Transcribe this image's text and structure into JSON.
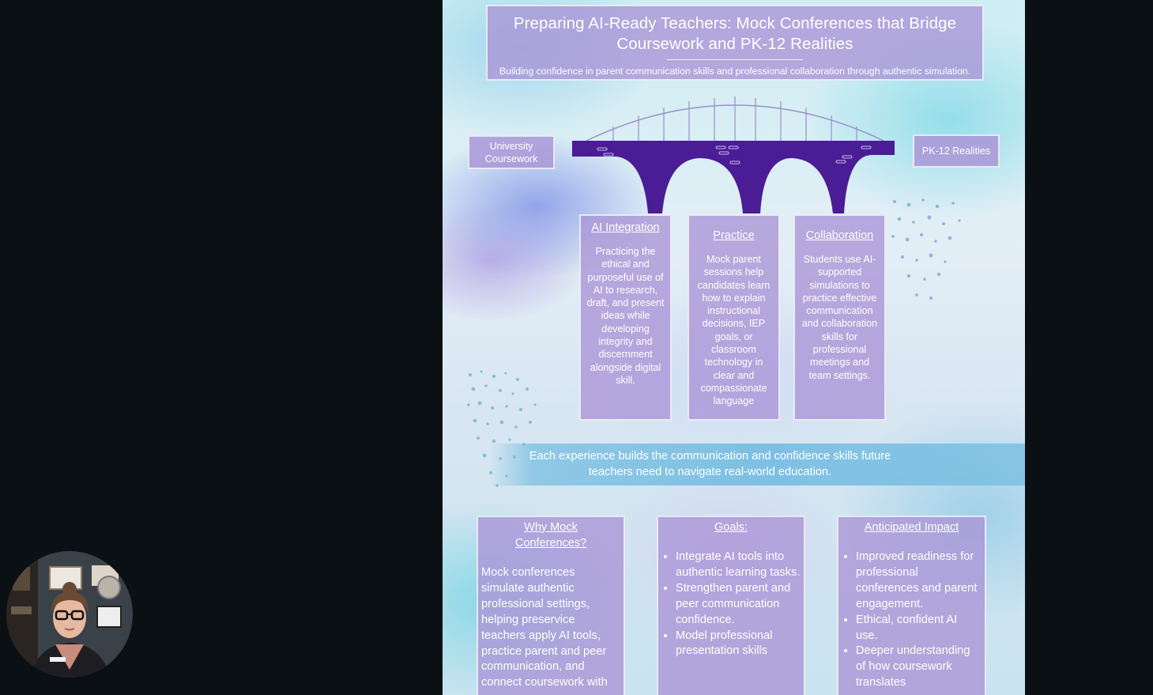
{
  "poster": {
    "title": "Preparing AI-Ready Teachers: Mock Conferences that Bridge Coursework and PK-12 Realities",
    "subtitle": "Building confidence in parent communication skills and professional collaboration through authentic simulation.",
    "bridge_left_label": "University Coursework",
    "bridge_right_label": "PK-12 Realities",
    "columns": [
      {
        "title": "AI Integration",
        "text": "Practicing the ethical and purposeful use of AI to research, draft, and present ideas while developing integrity and discernment alongside digital skill."
      },
      {
        "title": "Practice",
        "text": "Mock parent sessions help candidates learn how to explain instructional decisions, IEP goals, or classroom technology in clear and compassionate language"
      },
      {
        "title": "Collaboration",
        "text": "Students use AI-supported simulations to practice effective communication and collaboration skills for professional meetings and team settings."
      }
    ],
    "banner_text": "Each experience builds the communication and confidence skills future teachers need to navigate real-world education.",
    "why": {
      "title": "Why Mock Conferences?",
      "text": "Mock conferences simulate authentic professional settings, helping preservice teachers apply AI tools, practice parent and peer communication, and connect coursework with"
    },
    "goals": {
      "title": "Goals:",
      "items": [
        "Integrate AI tools into authentic learning tasks.",
        "Strengthen parent and peer communication confidence.",
        "Model professional presentation skills"
      ]
    },
    "impact": {
      "title": "Anticipated Impact",
      "items": [
        "Improved readiness for professional conferences and parent engagement.",
        "Ethical, confident AI use.",
        "Deeper understanding of how coursework translates"
      ]
    }
  },
  "colors": {
    "page_background": "#0b1015",
    "panel_fill": "#aa96d7",
    "bridge": "#4a1c95",
    "bridge_arch_lines": "#9a8fc8"
  },
  "webcam": {
    "icon": "presenter-video-icon"
  }
}
